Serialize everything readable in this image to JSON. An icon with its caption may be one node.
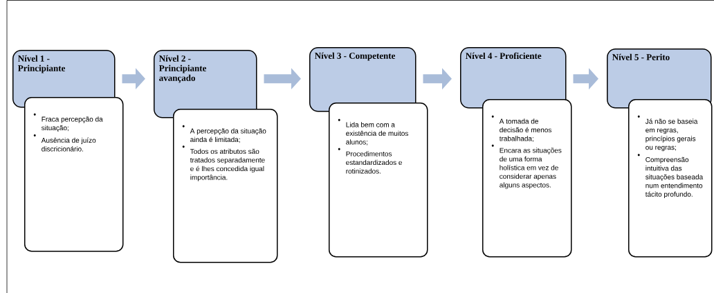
{
  "diagram": {
    "nodes": [
      {
        "text": [
          "Nível 1 - Principiante"
        ]
      },
      {
        "text": [
          "Fraca percepção da situação;",
          "Ausência de juízo discricionário."
        ]
      },
      {
        "text": [
          "Nível 2 - Principiante avançado"
        ]
      },
      {
        "text": [
          "A percepção da situação ainda é limitada;",
          "Todos os atributos são tratados separadamente e é lhes concedida igual importância."
        ]
      },
      {
        "text": [
          "Nível 3 - Competente"
        ]
      },
      {
        "text": [
          "Lida bem com a existência de muitos alunos;",
          "Procedimentos estandardizados e rotinizados."
        ]
      },
      {
        "text": [
          "Nível 4 - Proficiente"
        ]
      },
      {
        "text": [
          "A tomada de decisão é menos trabalhada;",
          "Encara as situações de uma forma holística em vez de considerar apenas alguns aspectos."
        ]
      },
      {
        "text": [
          "Nível 5 - Perito"
        ]
      },
      {
        "text": [
          "Já não se baseia em regras, princípios gerais ou regras;",
          "Compreensão intuitiva das situações baseada num entendimento tácito profundo."
        ]
      }
    ],
    "edges": [
      {
        "from": 0,
        "to": 2,
        "arrow": "to"
      },
      {
        "from": 2,
        "to": 4,
        "arrow": "to"
      },
      {
        "from": 4,
        "to": 6,
        "arrow": "to"
      },
      {
        "from": 6,
        "to": 8,
        "arrow": "to"
      }
    ]
  }
}
